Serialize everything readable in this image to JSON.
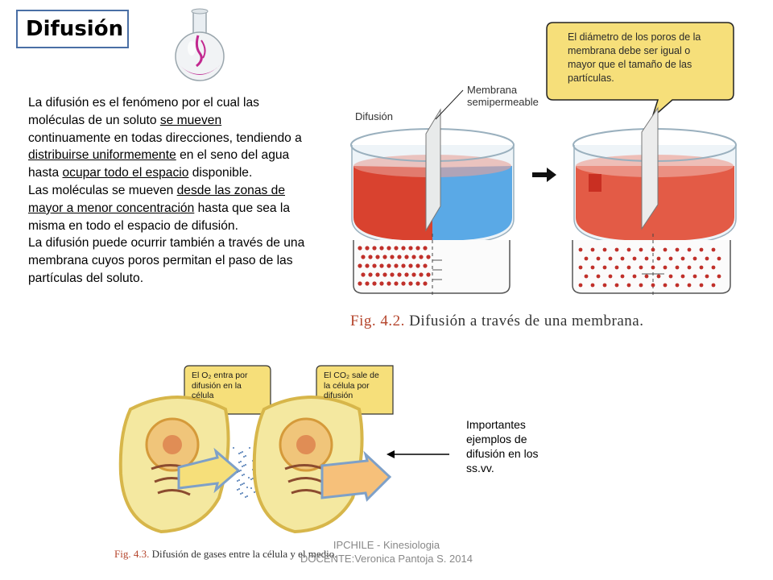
{
  "title": "Difusión",
  "body": {
    "p1_a": "La difusión es el fenómeno por el cual las moléculas de un soluto ",
    "p1_u1": "se mueven",
    "p1_b": " continuamente en todas direcciones, tendiendo a ",
    "p1_u2": "distribuirse uniformemente",
    "p1_c": " en el seno del agua hasta ",
    "p1_u3": "ocupar todo el espacio",
    "p1_d": " disponible.",
    "p2_a": "Las moléculas se mueven ",
    "p2_u1": "desde las zonas de mayor a menor concentración",
    "p2_b": " hasta que sea la misma en todo el espacio de difusión.",
    "p3": "La difusión puede ocurrir también a través de una membrana cuyos poros permitan el paso de las partículas del soluto."
  },
  "fig42": {
    "label_difusion": "Difusión",
    "label_membrana_1": "Membrana",
    "label_membrana_2": "semipermeable",
    "bubble_line1": "El diámetro de los poros de la",
    "bubble_line2": "membrana debe ser igual o",
    "bubble_line3": "mayor que el tamaño de las",
    "bubble_line4": "partículas.",
    "caption_no": "Fig. 4.2.",
    "caption_text": "Difusión a través de una membrana."
  },
  "fig43": {
    "bubble1_line1": "El O₂ entra por",
    "bubble1_line2": "difusión en la",
    "bubble1_line3": "célula",
    "bubble2_line1": "El CO₂ sale de",
    "bubble2_line2": "la célula por",
    "bubble2_line3": "difusión",
    "caption_no": "Fig. 4.3.",
    "caption_text": "Difusión de gases entre la célula y el medio."
  },
  "callout": "Importantes ejemplos de difusión en los ss.vv.",
  "footer_line1": "IPCHILE  - Kinesiologia",
  "footer_line2": "DOCENTE:Veronica Pantoja S. 2014",
  "colors": {
    "title_border": "#4a6fa5",
    "bubble_fill": "#f6df7a",
    "red_liquid": "#d9422f",
    "blue_liquid": "#5aa9e6",
    "dot_red": "#c0302a",
    "caption_red": "#b5452c"
  }
}
